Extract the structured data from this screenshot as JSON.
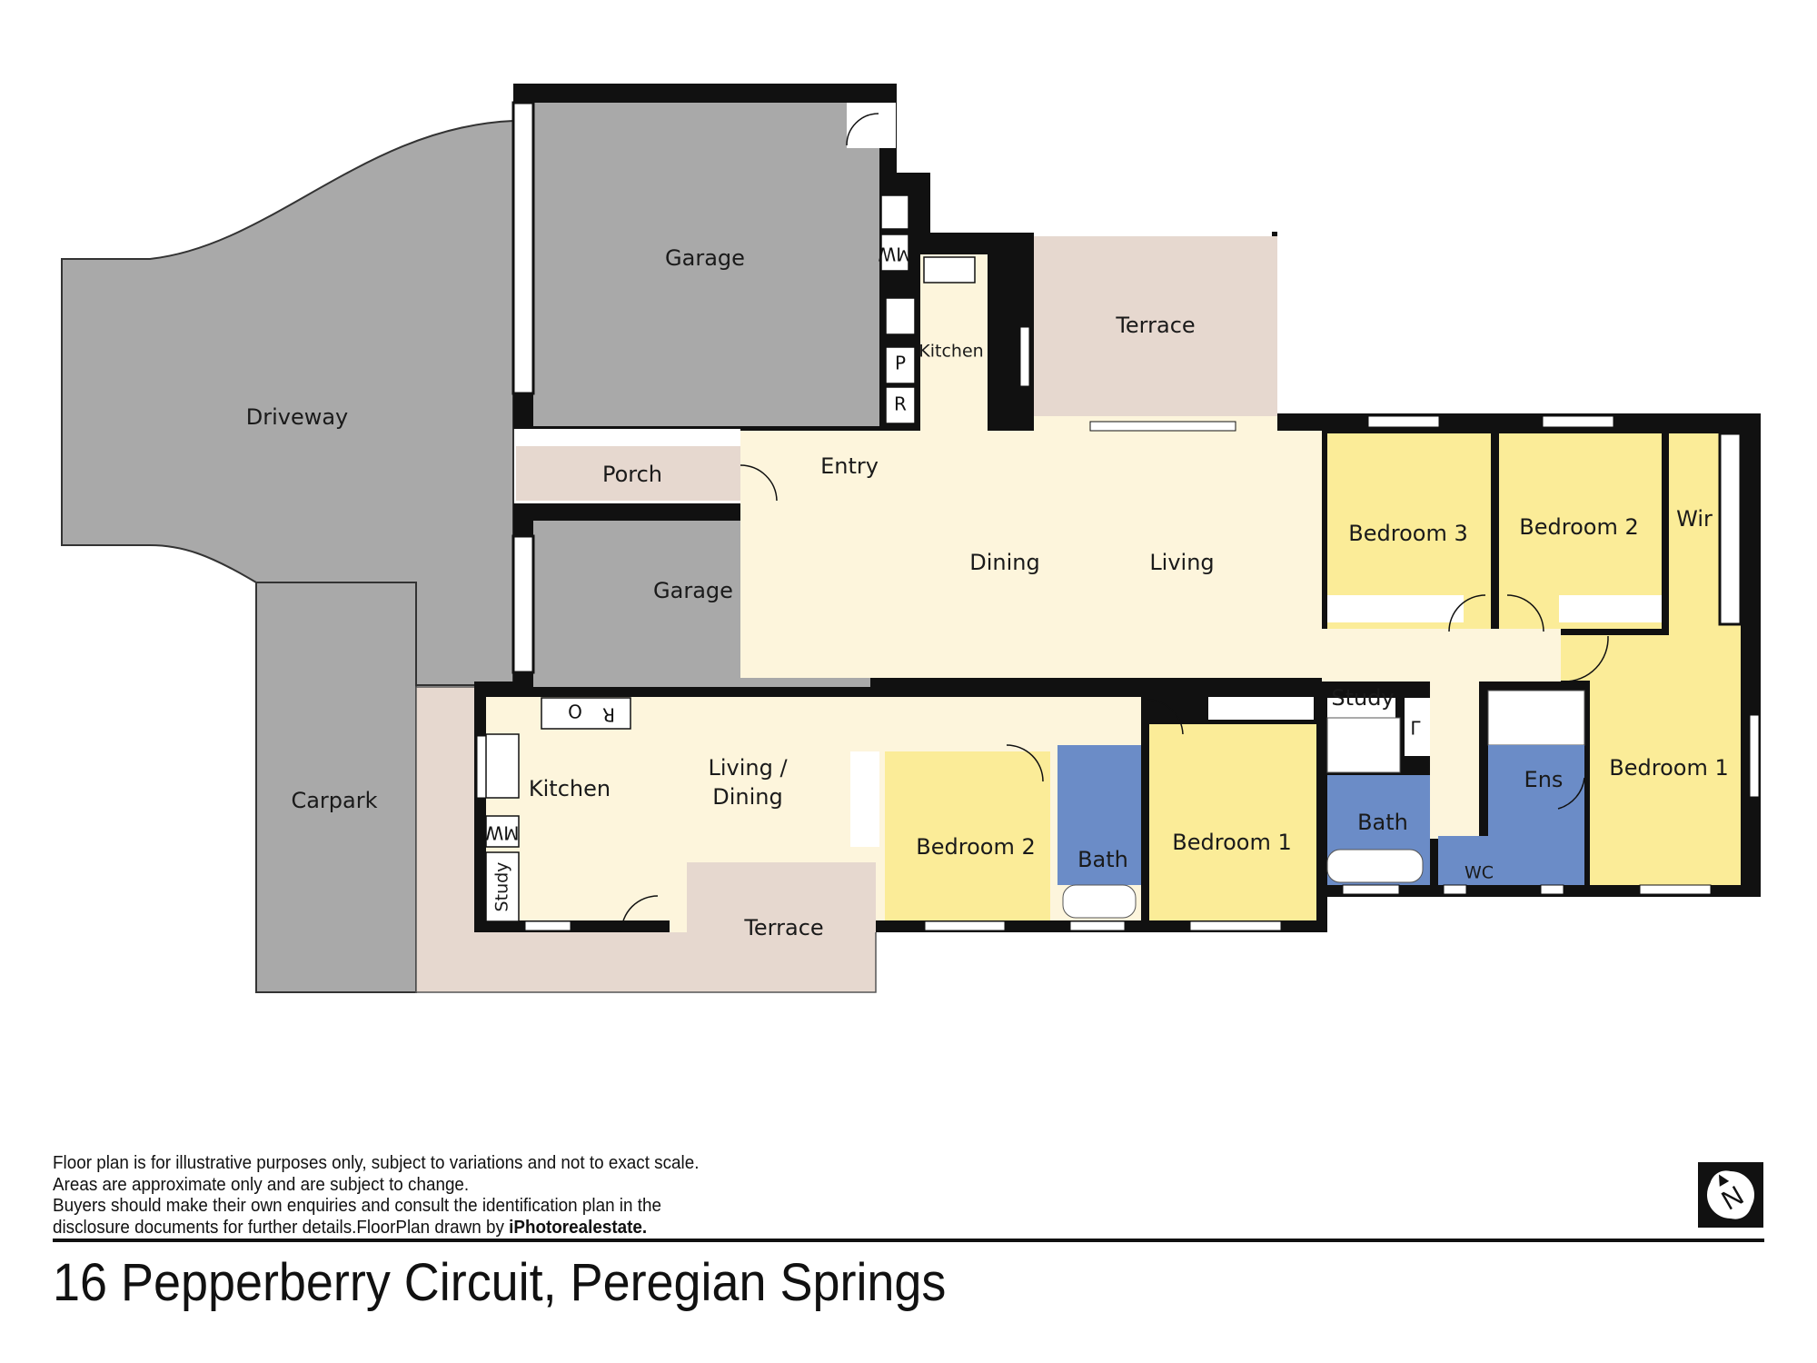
{
  "rooms": {
    "driveway": "Driveway",
    "garage_top": "Garage",
    "garage_bottom": "Garage",
    "carpark": "Carpark",
    "porch": "Porch",
    "entry": "Entry",
    "kitchen_main": "Kitchen",
    "terrace_main": "Terrace",
    "dining": "Dining",
    "living": "Living",
    "bedroom3": "Bedroom 3",
    "bedroom2_main": "Bedroom 2",
    "wir": "Wir",
    "bedroom1_main": "Bedroom 1",
    "study_main": "Study",
    "bath_main": "Bath",
    "wc": "WC",
    "ens": "Ens",
    "kitchen_unit": "Kitchen",
    "living_dining_unit_line1": "Living /",
    "living_dining_unit_line2": "Dining",
    "study_unit": "Study",
    "bedroom2_unit": "Bedroom 2",
    "bath_unit": "Bath",
    "bedroom1_unit": "Bedroom 1",
    "terrace_unit": "Terrace"
  },
  "fixtures": {
    "microwave": "MW",
    "pantry": "P",
    "fridge": "R",
    "oven": "O",
    "linen": "L"
  },
  "colors": {
    "wall": "#111111",
    "garage": "#a9a9a9",
    "paving": "#e6d8cf",
    "living": "#fdf5dc",
    "bedroom": "#fbec98",
    "wet": "#6b8cc7"
  },
  "footer": {
    "disclaimer_lines": [
      "Floor plan is for illustrative purposes only, subject to variations and not to exact scale.",
      "Areas are approximate only and are subject to change.",
      "Buyers should make their own enquiries and consult the identification plan in the",
      "disclosure documents for further details.FloorPlan drawn by "
    ],
    "brand": "iPhotorealestate.",
    "address": "16 Pepperberry Circuit, Peregian Springs",
    "north_letter": "N"
  }
}
